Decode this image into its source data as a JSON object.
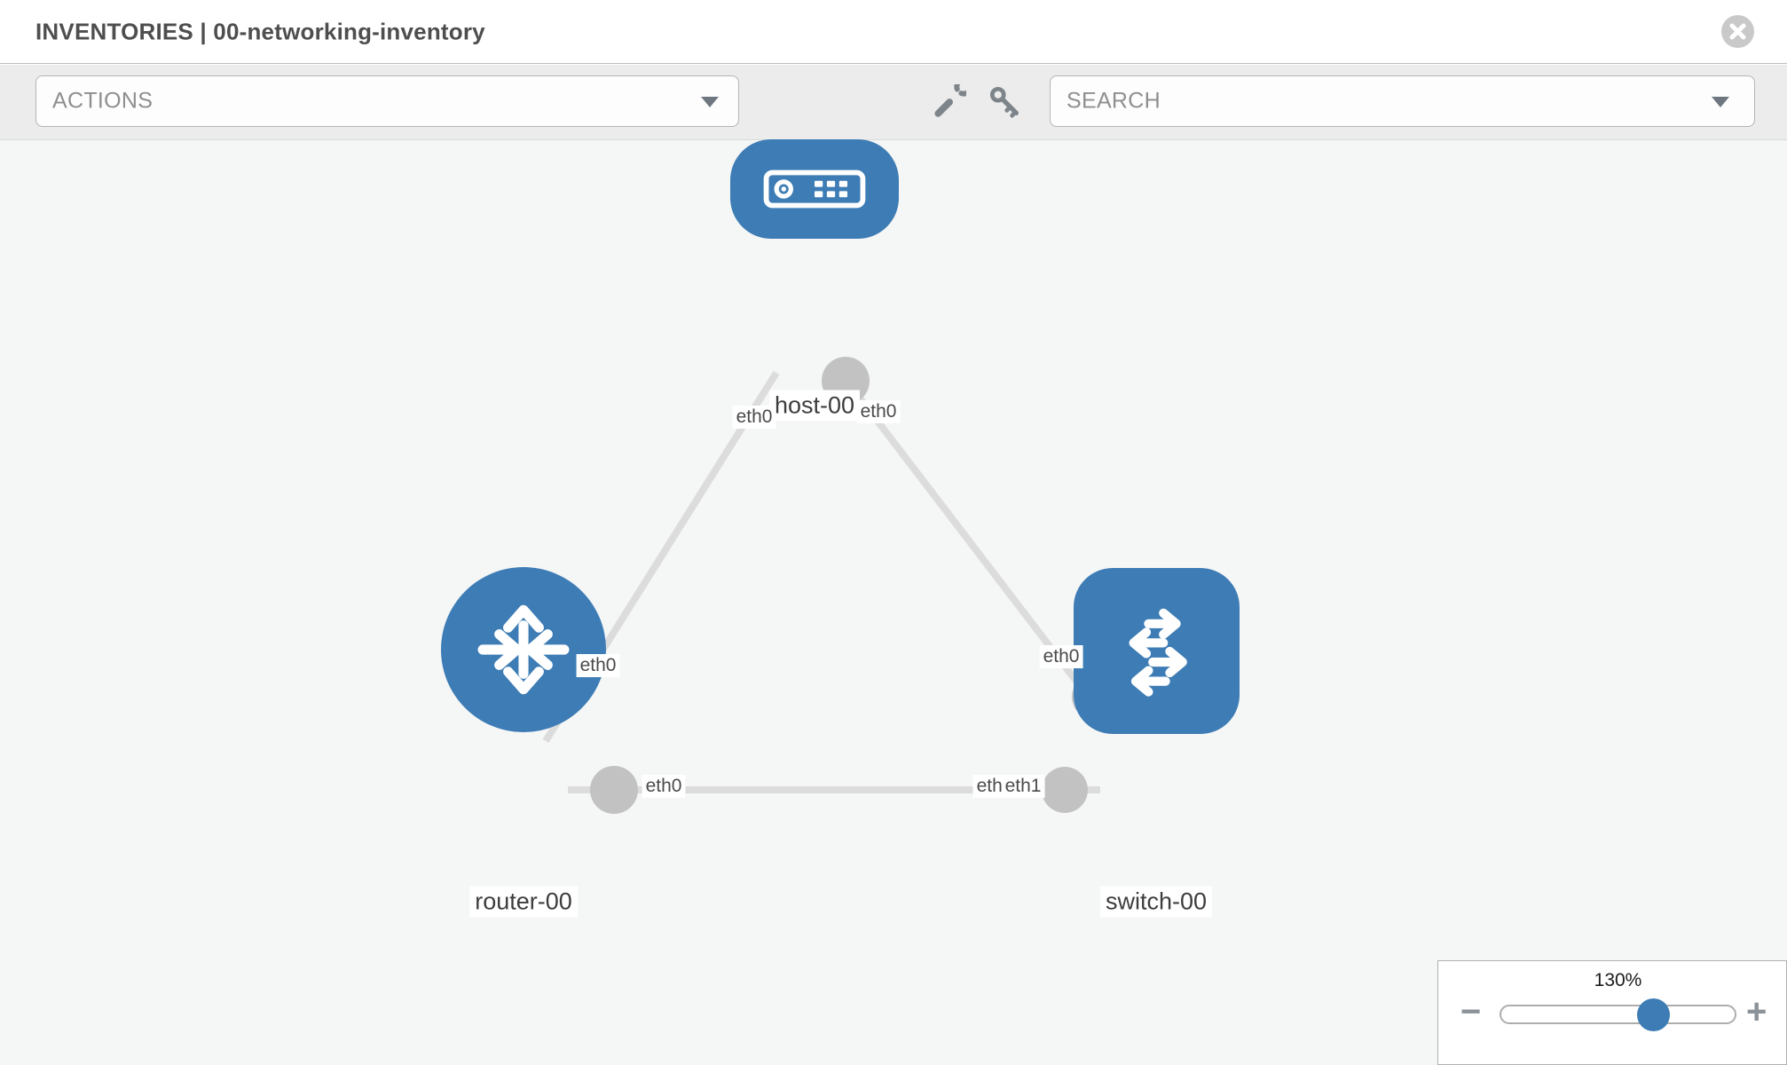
{
  "header": {
    "title": "INVENTORIES | 00-networking-inventory"
  },
  "toolbar": {
    "actions_label": "ACTIONS",
    "search_placeholder": "SEARCH"
  },
  "topology": {
    "nodes": [
      {
        "label": "host-00",
        "type": "host",
        "shape": "rounded-rect"
      },
      {
        "label": "router-00",
        "type": "router",
        "shape": "circle"
      },
      {
        "label": "switch-00",
        "type": "switch",
        "shape": "rounded-square"
      }
    ],
    "links": [
      {
        "from": "host-00",
        "to": "router-00"
      },
      {
        "from": "host-00",
        "to": "switch-00"
      },
      {
        "from": "router-00",
        "to": "switch-00"
      }
    ],
    "interface_labels": {
      "host_router_host_end": "eth0",
      "host_router_router_end": "eth0",
      "host_switch_host_end": "eth0",
      "host_switch_switch_end": "eth0",
      "router_switch_router_end": "eth0",
      "router_switch_switch_end_under": "eth0",
      "router_switch_switch_end": "eth1"
    }
  },
  "zoom": {
    "level": "130%",
    "minus": "−",
    "plus": "+"
  },
  "colors": {
    "node_blue": "#3d7cb5",
    "link_gray": "#dcdcdc",
    "port_dot_gray": "#c2c2c2",
    "canvas_bg": "#f5f6f6",
    "toolbar_bg": "#ececec"
  }
}
